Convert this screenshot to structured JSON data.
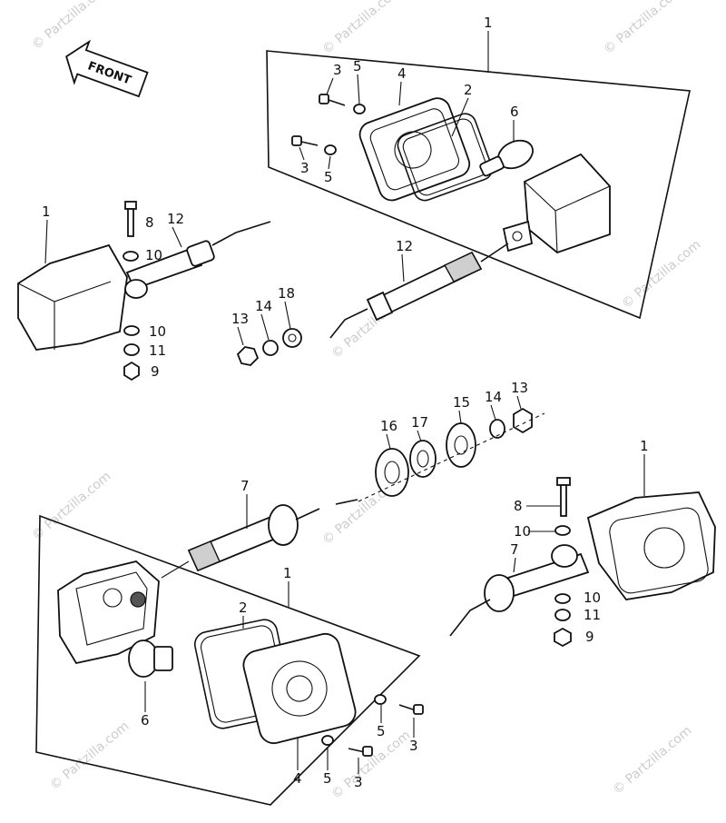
{
  "front_arrow_label": "FRONT",
  "watermark_text": "© Partzilla.com",
  "callouts": {
    "c_top_1": "1",
    "c_top_2": "2",
    "c_top_3a": "3",
    "c_top_3b": "3",
    "c_top_4": "4",
    "c_top_5a": "5",
    "c_top_5b": "5",
    "c_top_6": "6",
    "c_left_1": "1",
    "c_left_8": "8",
    "c_left_12": "12",
    "c_left_10a": "10",
    "c_left_10b": "10",
    "c_left_11": "11",
    "c_left_9": "9",
    "c_mid_12": "12",
    "c_mid_13": "13",
    "c_mid_14": "14",
    "c_mid_18": "18",
    "c_grp_16": "16",
    "c_grp_17": "17",
    "c_grp_15": "15",
    "c_grp_14": "14",
    "c_grp_13": "13",
    "c_right_1": "1",
    "c_right_8": "8",
    "c_right_10a": "10",
    "c_right_7": "7",
    "c_right_10b": "10",
    "c_right_11": "11",
    "c_right_9": "9",
    "c_bot_7": "7",
    "c_bot_1": "1",
    "c_bot_2": "2",
    "c_bot_6": "6",
    "c_bot_4": "4",
    "c_bot_5a": "5",
    "c_bot_3a": "3",
    "c_bot_5b": "5",
    "c_bot_3b": "3"
  },
  "colors": {
    "line": "#111111",
    "watermark": "#cccccc",
    "background": "#ffffff"
  }
}
